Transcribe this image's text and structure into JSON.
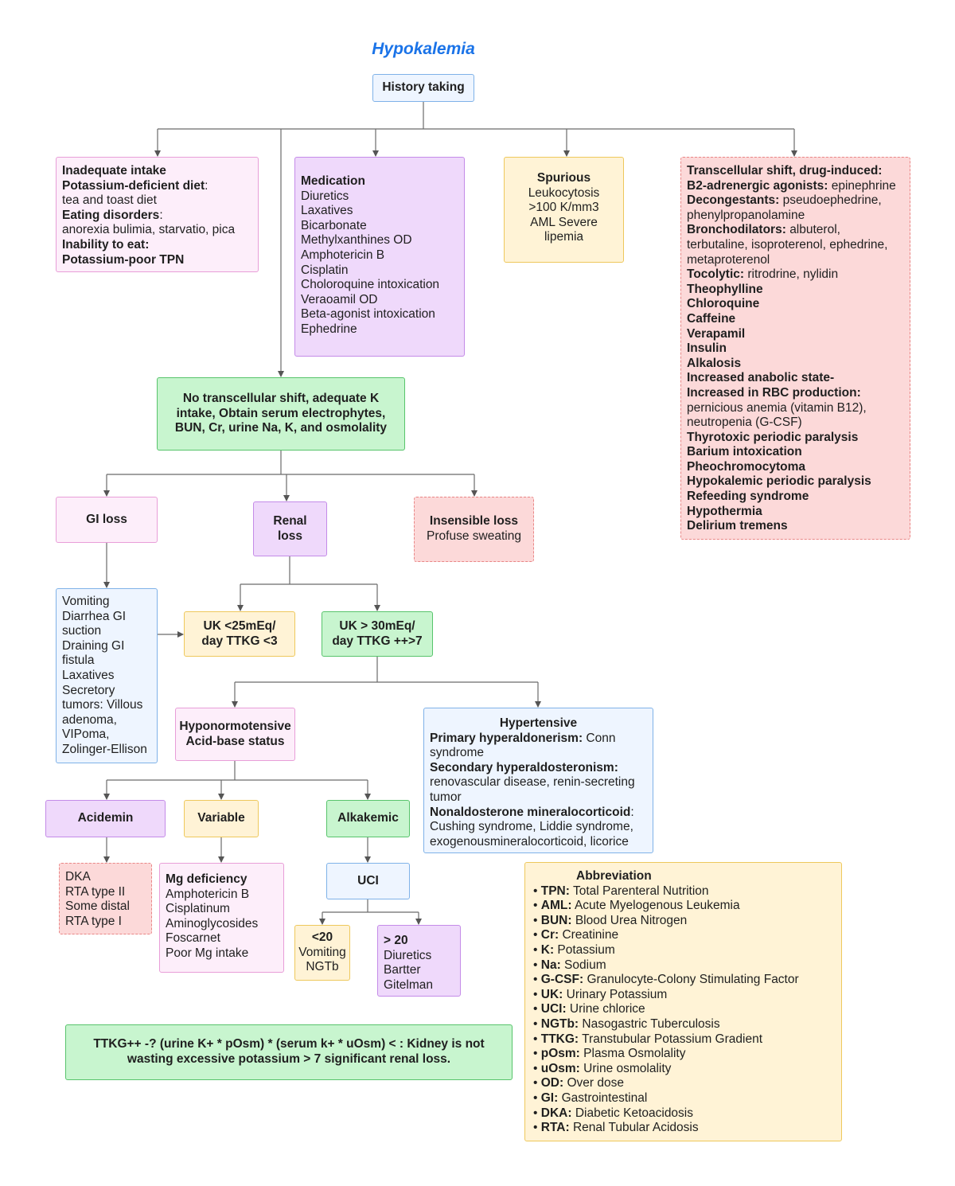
{
  "title": "Hypokalemia",
  "history": "History taking",
  "inadequate": {
    "heading": "Inadequate intake",
    "diet_label": "Potassium-deficient diet",
    "diet_colon": ":",
    "diet_text": "tea and toast diet",
    "eating_label": "Eating disorders",
    "eating_colon": ":",
    "eating_text": "anorexia bulimia, starvatio, pica",
    "inability": "Inability to eat:",
    "tpn": "Potassium-poor TPN"
  },
  "medication": {
    "heading": "Medication",
    "items": [
      "Diuretics",
      "Laxatives",
      "Bicarbonate",
      "Methylxanthines OD",
      "Amphotericin B",
      "Cisplatin",
      "Choloroquine intoxication",
      "Veraoamil OD",
      "Beta-agonist intoxication",
      "Ephedrine"
    ]
  },
  "spurious": {
    "heading": "Spurious",
    "lines": [
      "Leukocytosis",
      ">100 K/mm3",
      "AML Severe",
      "lipemia"
    ]
  },
  "transcellular": {
    "heading": "Transcellular shift, drug-induced:",
    "b2_label": "B2-adrenergic agonists:",
    "b2_text": "epinephrine",
    "decon_label": "Decongestants:",
    "decon_text1": "pseudoephedrine,",
    "decon_text2": "phenylpropanolamine",
    "broncho_label": "Bronchodilators:",
    "broncho_text1": "albuterol,",
    "broncho_text2": "terbutaline, isoproterenol, ephedrine,",
    "broncho_text3": "metaproterenol",
    "toco_label": "Tocolytic:",
    "toco_text": "ritrodrine, nylidin",
    "bold_items_a": [
      "Theophylline",
      "Chloroquine",
      "Caffeine",
      "Verapamil",
      "Insulin",
      "Alkalosis",
      "Increased anabolic state-",
      "Increased in RBC production:"
    ],
    "rbc_text1": "pernicious anemia (vitamin B12),",
    "rbc_text2": "neutropenia (G-CSF)",
    "bold_items_b": [
      "Thyrotoxic periodic paralysis",
      "Barium intoxication",
      "Pheochromocytoma",
      "Hypokalemic periodic paralysis",
      "Refeeding syndrome",
      "Hypothermia",
      "Delirium tremens"
    ]
  },
  "no_shift": {
    "lines": [
      "No transcellular shift, adequate K",
      "intake, Obtain serum electrophytes,",
      "BUN, Cr, urine Na, K, and osmolality"
    ]
  },
  "gi_loss": "GI loss",
  "renal_loss": "Renal loss",
  "insensible": {
    "heading": "Insensible loss",
    "text": "Profuse sweating"
  },
  "gi_causes": {
    "lines": [
      "Vomiting",
      "Diarrhea GI",
      "suction",
      "Draining GI",
      "fistula",
      "Laxatives",
      "Secretory",
      "tumors: Villous",
      "adenoma,",
      "VIPoma,",
      "Zolinger-Ellison"
    ]
  },
  "uk_low": {
    "lines": [
      "UK <25mEq/",
      "day TTKG <3"
    ]
  },
  "uk_high": {
    "lines": [
      "UK > 30mEq/",
      "day TTKG ++>7"
    ]
  },
  "hyponormo": {
    "lines": [
      "Hyponormotensive",
      "Acid-base status"
    ]
  },
  "hypertensive": {
    "heading": "Hypertensive",
    "primary_label": "Primary hyperaldonerism:",
    "primary_text1": "Conn",
    "primary_text2": "syndrome",
    "secondary_label": "Secondary hyperaldosteronism:",
    "secondary_text1": "renovascular disease, renin-secreting",
    "secondary_text2": "tumor",
    "nonaldo_label": "Nonaldosterone mineralocorticoid",
    "nonaldo_colon": ":",
    "nonaldo_text1": "Cushing syndrome, Liddie syndrome,",
    "nonaldo_text2": "exogenousmineralocorticoid, licorice"
  },
  "acidemin": "Acidemin",
  "variable": "Variable",
  "alkakemic": "Alkakemic",
  "acid_causes": {
    "lines": [
      "DKA",
      "RTA type II",
      "Some distal",
      "RTA type I"
    ]
  },
  "mg": {
    "heading": "Mg deficiency",
    "items": [
      "Amphotericin B",
      "Cisplatinum",
      "Aminoglycosides",
      "Foscarnet",
      "Poor Mg intake"
    ]
  },
  "uci": "UCI",
  "uci_low": {
    "heading": "<20",
    "lines": [
      "Vomiting",
      "NGTb"
    ]
  },
  "uci_high": {
    "heading": "> 20",
    "lines": [
      "Diuretics",
      "Bartter",
      "Gitelman"
    ]
  },
  "ttkg_note": {
    "lines": [
      "TTKG++ -? (urine K+ * pOsm) * (serum k+ * uOsm) < : Kidney is not",
      "wasting excessive potassium > 7 significant renal loss."
    ]
  },
  "abbreviation": {
    "heading": "Abbreviation",
    "bullet": "•",
    "items": [
      {
        "key": "TPN:",
        "value": "Total Parenteral Nutrition"
      },
      {
        "key": "AML:",
        "value": "Acute Myelogenous Leukemia"
      },
      {
        "key": "BUN:",
        "value": "Blood Urea Nitrogen"
      },
      {
        "key": "Cr:",
        "value": "Creatinine"
      },
      {
        "key": "K:",
        "value": "Potassium"
      },
      {
        "key": "Na:",
        "value": "Sodium"
      },
      {
        "key": "G-CSF:",
        "value": "Granulocyte-Colony Stimulating Factor"
      },
      {
        "key": "UK:",
        "value": "Urinary Potassium"
      },
      {
        "key": "UCI:",
        "value": "Urine chlorice"
      },
      {
        "key": "NGTb:",
        "value": "Nasogastric Tuberculosis"
      },
      {
        "key": "TTKG:",
        "value": "Transtubular Potassium Gradient"
      },
      {
        "key": "pOsm:",
        "value": "Plasma Osmolality"
      },
      {
        "key": "uOsm:",
        "value": "Urine osmolality"
      },
      {
        "key": "OD:",
        "value": "Over dose"
      },
      {
        "key": "GI:",
        "value": "Gastrointestinal"
      },
      {
        "key": "DKA:",
        "value": "Diabetic Ketoacidosis"
      },
      {
        "key": "RTA:",
        "value": "Renal Tubular Acidosis"
      }
    ]
  },
  "colors": {
    "title": "#1a73e8",
    "connector": "#6b6b6b",
    "blue": "#eef5ff",
    "pink": "#fdeefa",
    "purple": "#efd9fb",
    "yellow": "#fff3d6",
    "green": "#c8f5cf",
    "red": "#fcd9d9"
  }
}
